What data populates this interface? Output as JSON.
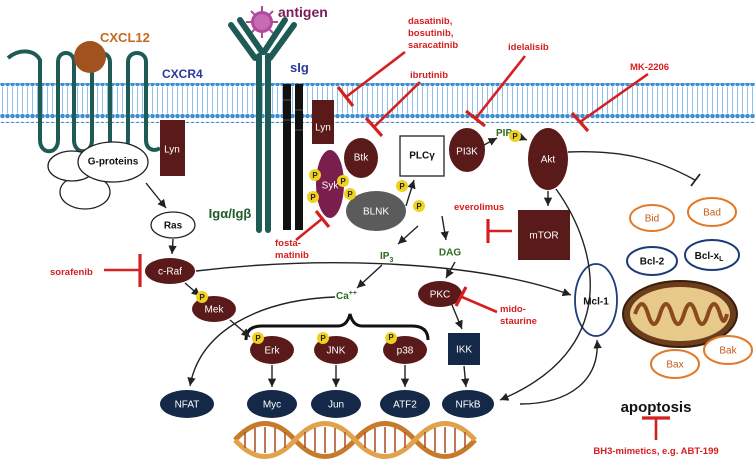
{
  "ligands": {
    "cxcl12": "CXCL12",
    "antigen": "antigen"
  },
  "receptors": {
    "cxcr4": "CXCR4",
    "sig": "sIg",
    "iga_igb": "Igα/Igβ",
    "g_proteins": "G-proteins"
  },
  "kinases": {
    "lyn_left": "Lyn",
    "lyn_bcr": "Lyn",
    "btk": "Btk",
    "syk": "Syk",
    "blnk": "BLNK",
    "plcg": "PLCγ",
    "pi3k": "PI3K",
    "akt": "Akt",
    "mtor": "mTOR",
    "ras": "Ras",
    "craf": "c-Raf",
    "mek": "Mek",
    "pkc": "PKC",
    "erk": "Erk",
    "jnk": "JNK",
    "p38": "p38",
    "ikk": "IKK"
  },
  "second_messengers": {
    "pip3": "PIP",
    "pip3_sub": "3",
    "ip3": "IP",
    "ip3_sub": "3",
    "dag": "DAG",
    "ca": "Ca",
    "ca_sup": "++",
    "phospho": "P"
  },
  "transcription_factors": {
    "nfat": "NFAT",
    "myc": "Myc",
    "jun": "Jun",
    "atf2": "ATF2",
    "nfkb": "NFkB"
  },
  "apoptosis": {
    "mcl1": "Mcl-1",
    "bcl2": "Bcl-2",
    "bclxl": "Bcl-x",
    "bclxl_sub": "L",
    "bid": "Bid",
    "bad": "Bad",
    "bax": "Bax",
    "bak": "Bak",
    "title": "apoptosis"
  },
  "drugs": {
    "src_inhibitors": [
      "dasatinib,",
      "bosutinib,",
      "saracatinib"
    ],
    "ibrutinib": "ibrutinib",
    "idelalisib": "idelalisib",
    "mk2206": "MK-2206",
    "everolimus": "everolimus",
    "fostamatinib": [
      "fosta-",
      "matinib"
    ],
    "sorafenib": "sorafenib",
    "midostaurine": [
      "mido-",
      "staurine"
    ],
    "bh3": "BH3-mimetics, e.g. ABT-199"
  },
  "colors": {
    "membrane": "#3f8fd0",
    "kinase": "#5a1a1a",
    "tf_navy": "#142948",
    "drug_red": "#d42020",
    "phospho_yellow": "#f0d21e",
    "receptor_teal": "#1f5b55",
    "cxcl12_brown": "#a0531f",
    "antigen_purple": "#b04a9c"
  },
  "icons": [
    "antigen-virus-icon",
    "mitochondrion-icon",
    "dna-helix-icon"
  ]
}
